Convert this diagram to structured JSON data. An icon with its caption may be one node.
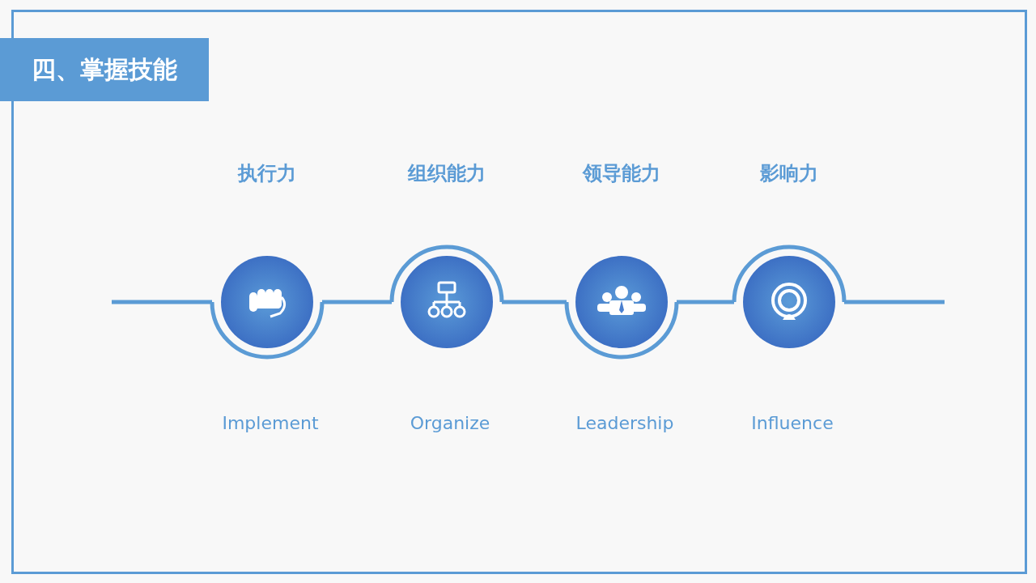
{
  "diagram": {
    "title": "四、掌握技能",
    "nodes": [
      {
        "text": [
          "执行力"
        ],
        "beside": [
          "Implement"
        ]
      },
      {
        "text": [
          "组织能力"
        ],
        "beside": [
          "Organize"
        ]
      },
      {
        "text": [
          "领导能力"
        ],
        "beside": [
          "Leadership"
        ]
      },
      {
        "text": [
          "影响力"
        ],
        "beside": [
          "Influence"
        ]
      }
    ],
    "edges": [
      {
        "from": null,
        "to": 0,
        "arrow": "none"
      },
      {
        "from": 0,
        "to": 1,
        "arrow": "none"
      },
      {
        "from": 1,
        "to": 2,
        "arrow": "none"
      },
      {
        "from": 2,
        "to": 3,
        "arrow": "none"
      },
      {
        "from": 3,
        "to": null,
        "arrow": "none"
      }
    ]
  }
}
